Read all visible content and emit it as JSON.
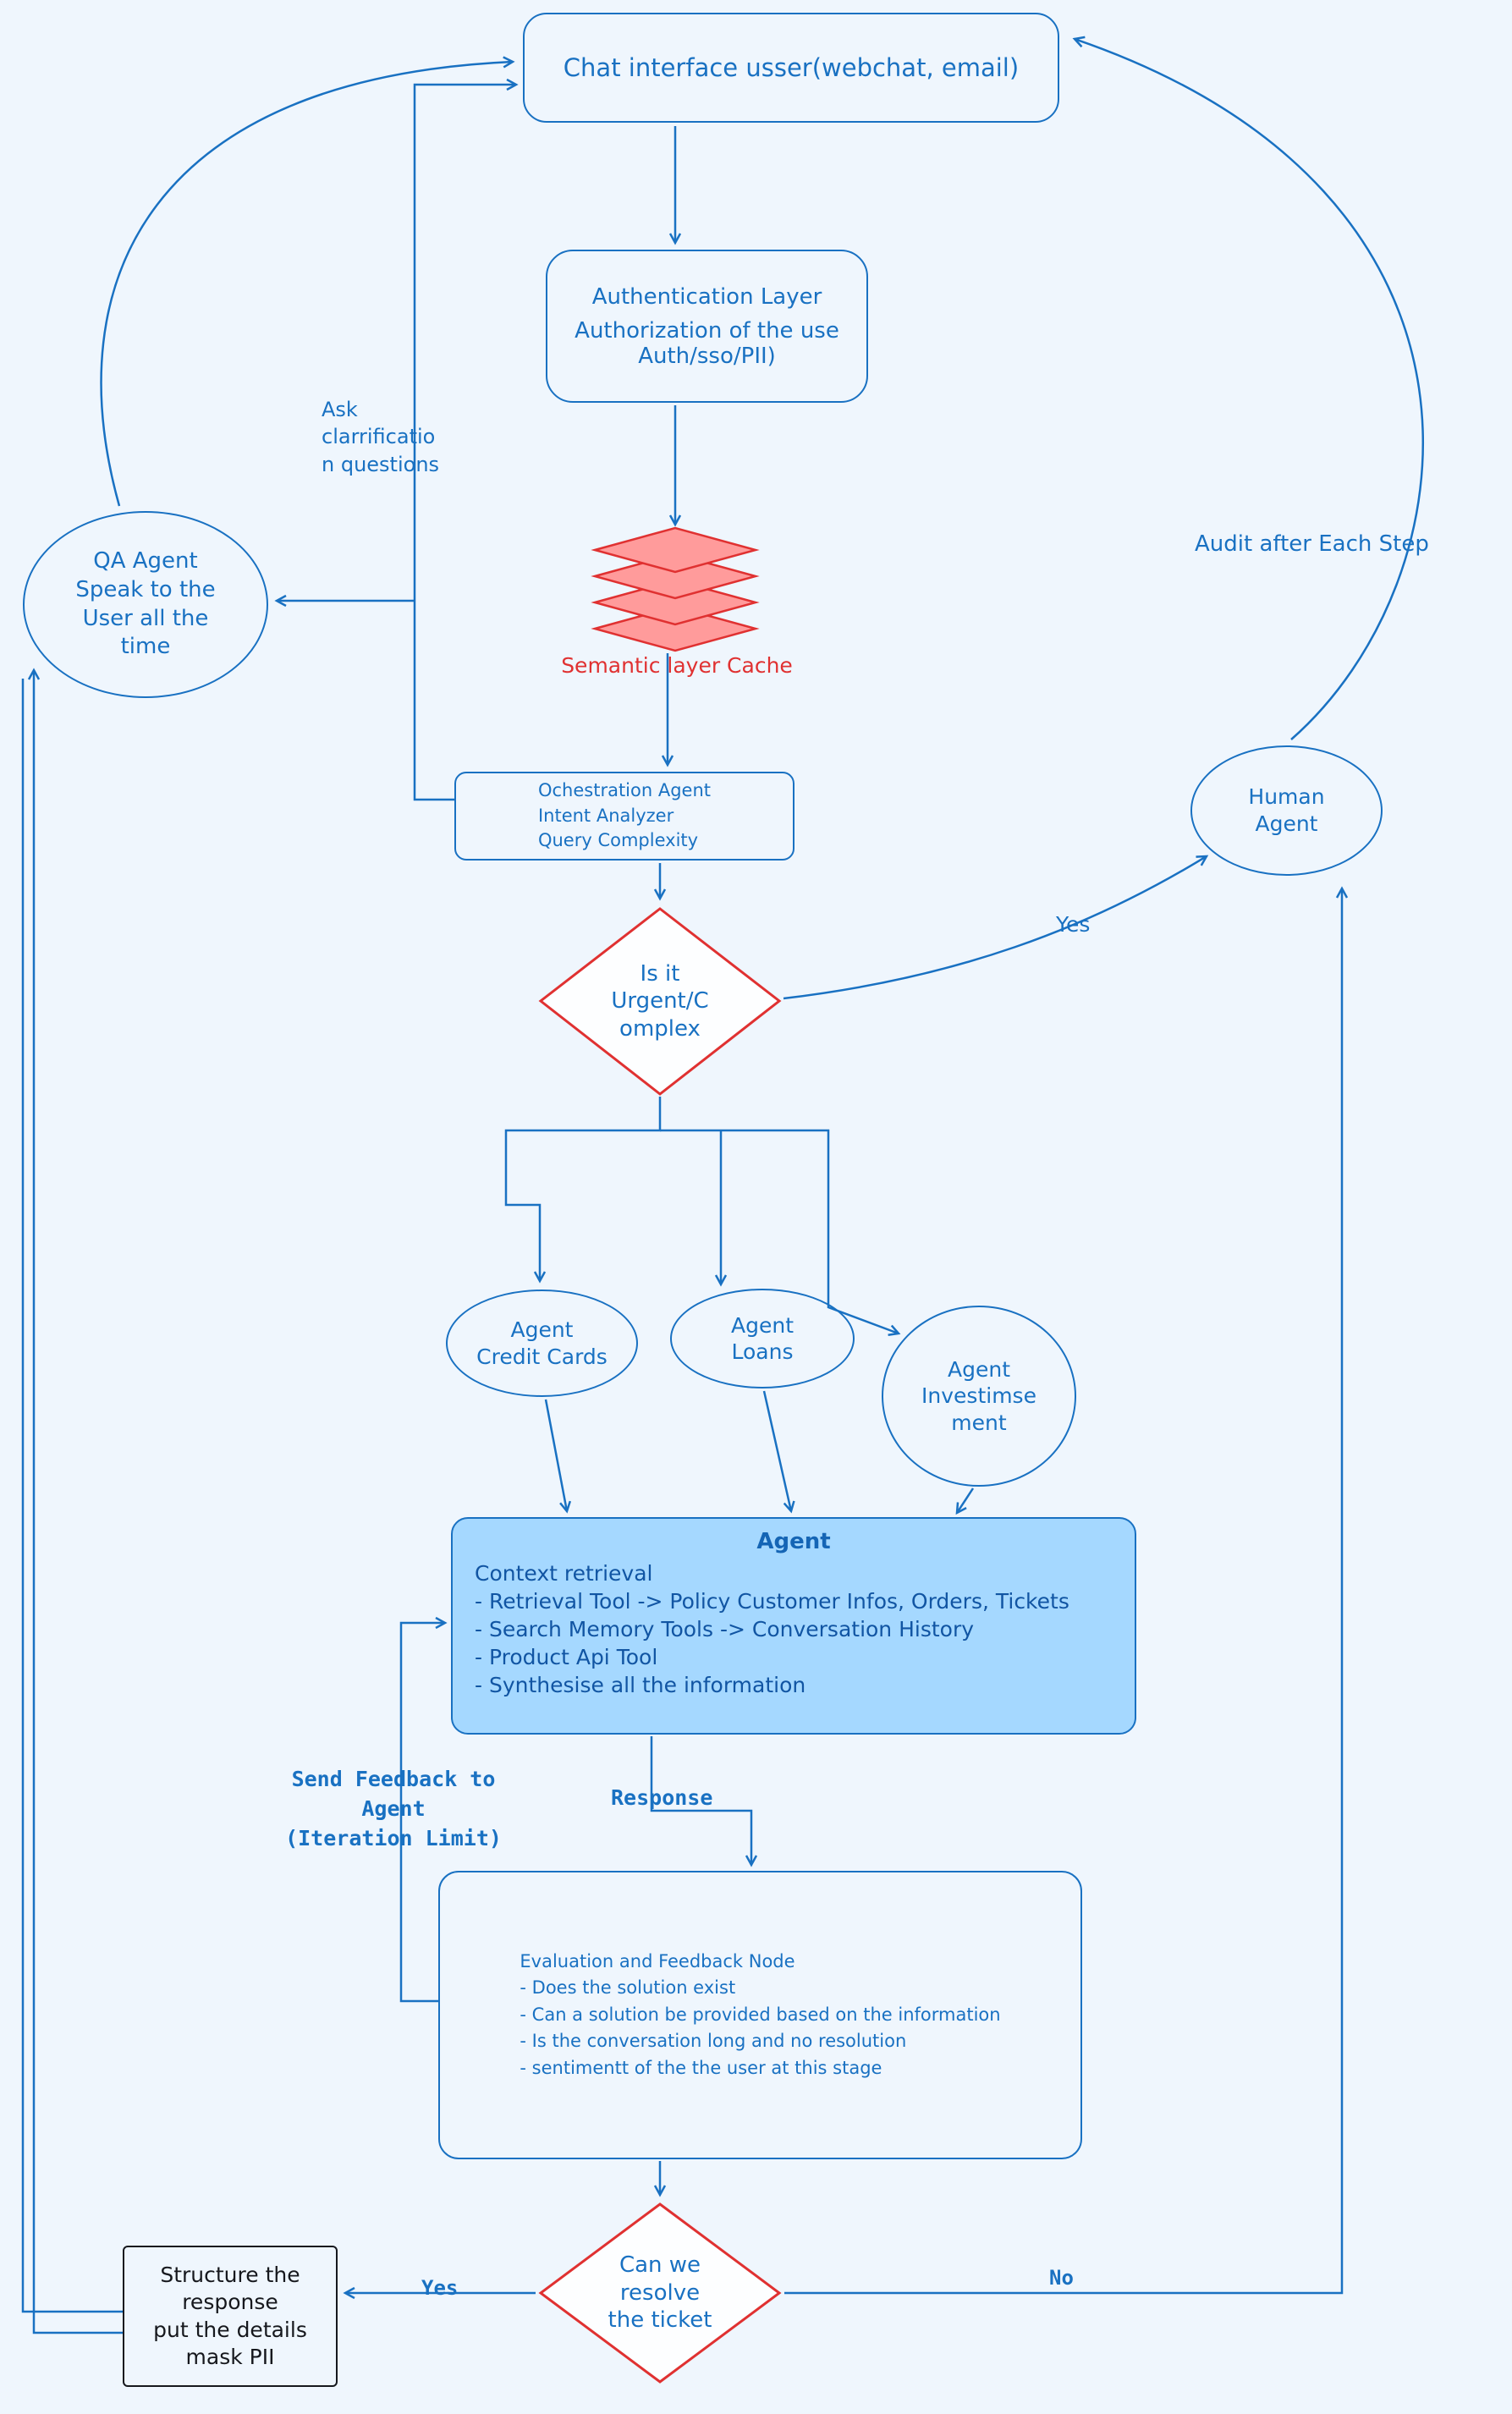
{
  "canvas": {
    "background": "#eff6fd"
  },
  "colors": {
    "stroke_blue": "#1971c2",
    "stroke_red": "#e03131",
    "fill_salmon": "#ff9b9b",
    "fill_lightblue": "#a5d8ff",
    "text_black": "#16181d"
  },
  "nodes": {
    "chat_interface": {
      "label": "Chat interface usser(webchat, email)"
    },
    "auth_layer": {
      "title": "Authentication Layer",
      "body": "Authorization of the use\nAuth/sso/PII)"
    },
    "semantic_cache": {
      "label": "Semantic layer Cache",
      "icon": "layers-stack-icon"
    },
    "qa_agent": {
      "label": "QA Agent\nSpeak to the\nUser all the\ntime"
    },
    "orchestration": {
      "label": "Ochestration Agent\nIntent Analyzer\nQuery Complexity"
    },
    "human_agent": {
      "label": "Human\nAgent"
    },
    "urgent_decision": {
      "label": "Is it\nUrgent/C\nomplex"
    },
    "agent_credit_cards": {
      "label": "Agent\nCredit Cards"
    },
    "agent_loans": {
      "label": "Agent\nLoans"
    },
    "agent_investment": {
      "label": "Agent\nInvestimse\nment"
    },
    "agent_context": {
      "title": "Agent",
      "body": "Context retrieval\n- Retrieval Tool -> Policy Customer Infos, Orders, Tickets\n- Search Memory Tools -> Conversation History\n- Product Api Tool\n- Synthesise all the information"
    },
    "evaluation": {
      "label": "Evaluation and Feedback  Node\n- Does the solution exist\n- Can a solution be provided based on the information\n- Is the conversation long and no resolution\n-  sentimentt of the the user at this stage"
    },
    "resolve_decision": {
      "label": "Can we\nresolve\nthe ticket"
    },
    "structure_response": {
      "label": "Structure the\nresponse\nput the details\nmask PII"
    }
  },
  "annotations": {
    "ask_clarification": "Ask\nclarrificatio\nn questions",
    "audit_after_each_step": "Audit after Each Step",
    "yes_to_human": "Yes",
    "send_feedback": "Send Feedback to\nAgent\n(Iteration Limit)",
    "response": "Response",
    "yes_to_structure": "Yes",
    "no_to_human": "No"
  }
}
